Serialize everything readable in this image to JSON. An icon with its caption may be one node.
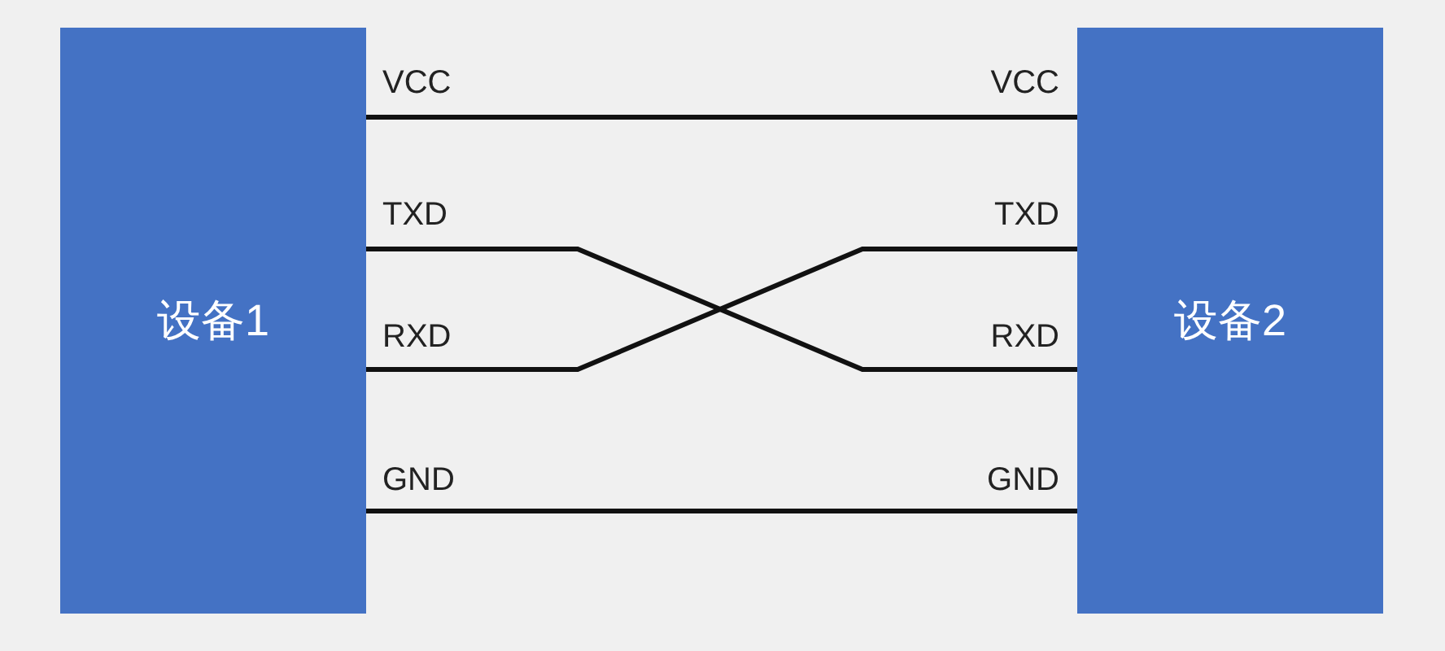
{
  "diagram": {
    "nodes": [
      {
        "text": [
          "设备1"
        ]
      },
      {
        "text": [
          "设备2"
        ]
      }
    ],
    "edges": [
      {
        "from": 0,
        "to": 1,
        "arrow": "none"
      },
      {
        "from": 0,
        "to": 1,
        "arrow": "none"
      },
      {
        "from": 0,
        "to": 1,
        "arrow": "none"
      },
      {
        "from": 0,
        "to": 1,
        "arrow": "none"
      }
    ],
    "labels": [
      "VCC",
      "VCC",
      "TXD",
      "TXD",
      "RXD",
      "RXD",
      "GND",
      "GND"
    ]
  }
}
